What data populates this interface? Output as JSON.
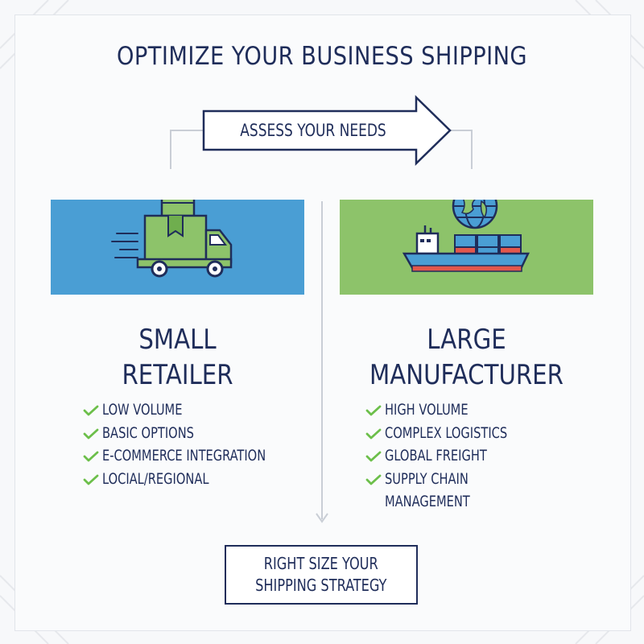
{
  "title": "OPTIMIZE YOUR BUSINESS SHIPPING",
  "assess_label": "ASSESS YOUR NEEDS",
  "colors": {
    "navy": "#1f2d5a",
    "blue_panel": "#4a9ed4",
    "green_panel": "#8dc36a",
    "check": "#6cbf4a",
    "hull_red": "#e2574c"
  },
  "left": {
    "icon": "delivery-truck-icon",
    "heading": "SMALL\nRETAILER",
    "items": [
      "LOW VOLUME",
      "BASIC OPTIONS",
      "E-COMMERCE INTEGRATION",
      "LOCIAL/REGIONAL"
    ]
  },
  "right": {
    "icon": "cargo-ship-globe-icon",
    "heading": "LARGE\nMANUFACTURER",
    "items": [
      "HIGH VOLUME",
      "COMPLEX LOGISTICS",
      "GLOBAL FREIGHT",
      "SUPPLY CHAIN\nMANAGEMENT"
    ]
  },
  "cta": "RIGHT SIZE YOUR\nSHIPPING STRATEGY"
}
